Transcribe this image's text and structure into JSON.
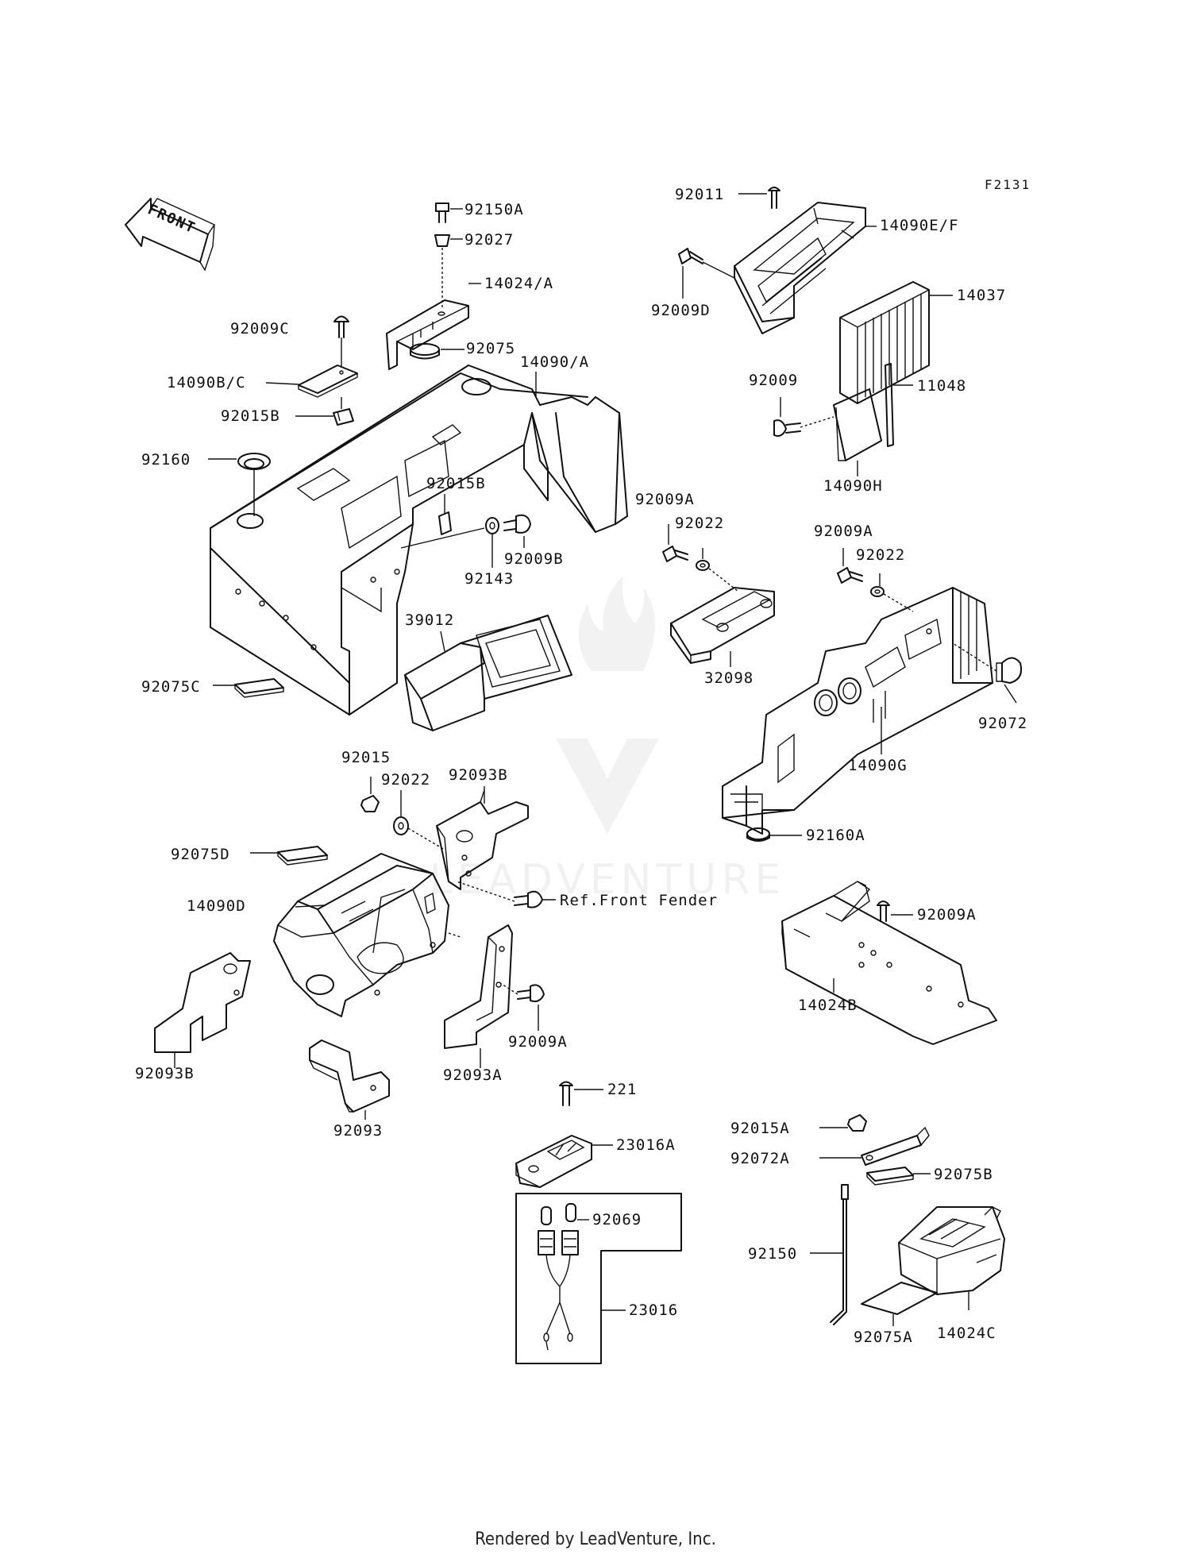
{
  "diagram": {
    "figure_code": "F2131",
    "front_label": "FRONT",
    "labels": [
      "92150A",
      "92027",
      "14024/A",
      "92009C",
      "92075",
      "14090B/C",
      "14090/A",
      "92015B",
      "92160",
      "92015B",
      "92143",
      "92009B",
      "39012",
      "92075C",
      "92011",
      "14090E/F",
      "92009D",
      "14037",
      "92009",
      "11048",
      "14090H",
      "92009A",
      "92022",
      "32098",
      "92009A",
      "92022",
      "92072",
      "14090G",
      "92160A",
      "92015",
      "92022",
      "92093B",
      "92075D",
      "14090D",
      "Ref.Front Fender",
      "92009A",
      "14024B",
      "92093B",
      "92009A",
      "92093A",
      "92093",
      "221",
      "23016A",
      "92069",
      "23016",
      "92015A",
      "92072A",
      "92075B",
      "92150",
      "14024C",
      "92075A"
    ]
  },
  "watermark": "LEADVENTURE",
  "footer": "Rendered by LeadVenture, Inc."
}
